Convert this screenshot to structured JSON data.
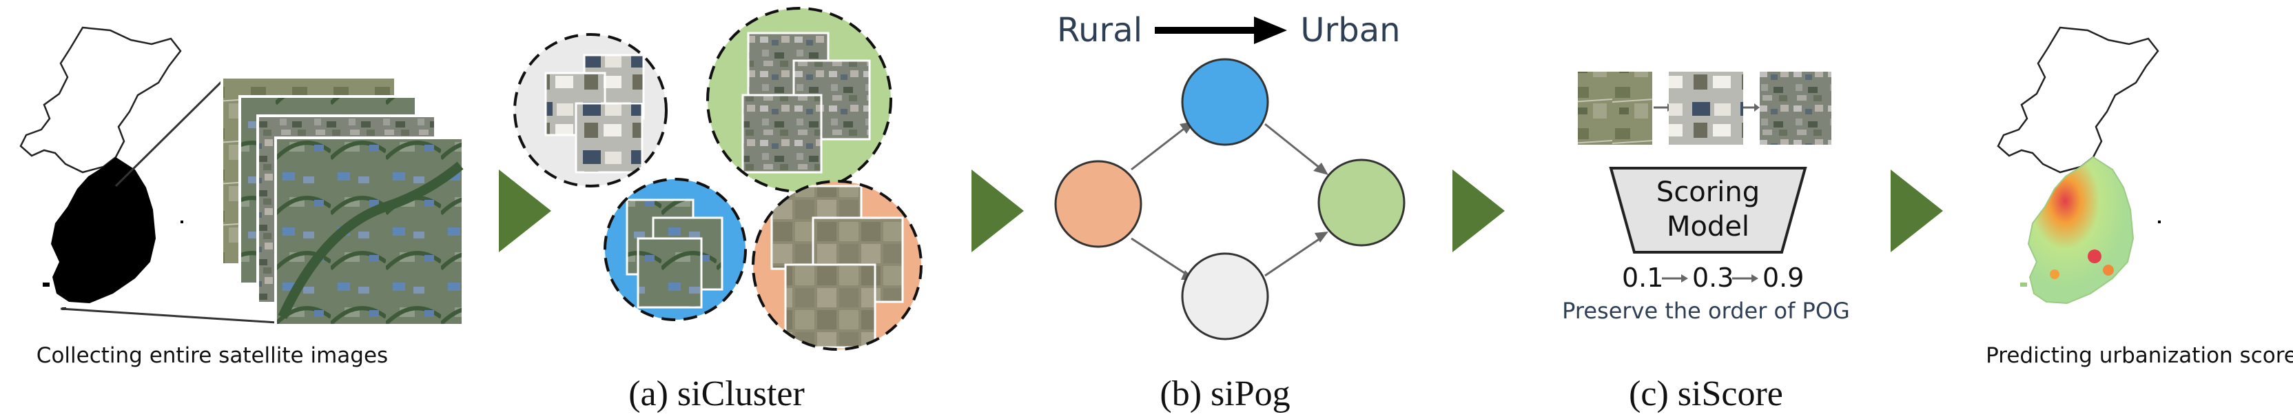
{
  "stage1": {
    "caption": "Collecting entire satellite images"
  },
  "stage2": {
    "caption": "(a) siCluster"
  },
  "stage3": {
    "caption": "(b) siPog",
    "rural_label": "Rural",
    "urban_label": "Urban"
  },
  "stage4": {
    "caption": "(c) siScore",
    "model_label_line1": "Scoring",
    "model_label_line2": "Model",
    "score_1": "0.1",
    "score_2": "0.3",
    "score_3": "0.9",
    "order_text": "Preserve the order of POG"
  },
  "stage5": {
    "caption": "Predicting urbanization score"
  },
  "colors": {
    "arrow_green": "#557a35",
    "node_blue": "#4aa8e8",
    "node_orange": "#f0b08a",
    "node_green": "#b5d595",
    "node_gray": "#eeeeee",
    "cluster_gray_bg": "#eaeaea",
    "text_navy": "#2e3f55"
  }
}
